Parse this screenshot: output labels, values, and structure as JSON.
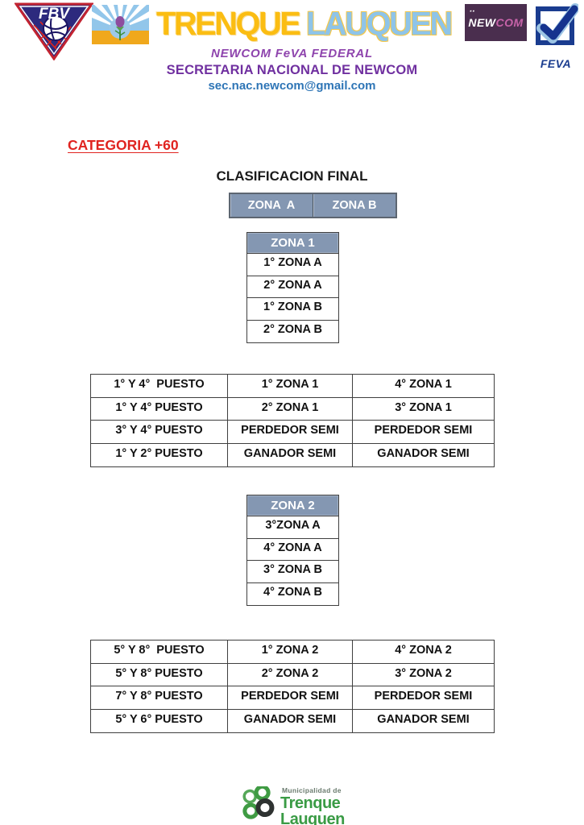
{
  "header": {
    "fbv_logo": {
      "text": "FBV"
    },
    "title": {
      "part1": "TRENQUE ",
      "part2": "LAUQUEN"
    },
    "newcom_logo": {
      "umlaut": "¨",
      "new_part": "NEW",
      "com_part": "COM"
    },
    "feva_logo": {
      "label": "FEVA"
    },
    "subtitle_script": "NEWCOM FeVA FEDERAL",
    "subtitle_secretary": "SECRETARIA NACIONAL DE NEWCOM",
    "email": "sec.nac.newcom@gmail.com"
  },
  "document": {
    "category_title": "CATEGORIA +60",
    "main_title": "CLASIFICACION FINAL",
    "zone_header_table": {
      "cells": [
        "ZONA  A",
        "ZONA B"
      ]
    },
    "zona1_table": {
      "header": "ZONA 1",
      "rows": [
        "1° ZONA A",
        "2° ZONA A",
        "1° ZONA B",
        "2° ZONA B"
      ]
    },
    "bracket1_table": {
      "rows": [
        [
          "1° Y 4°  PUESTO",
          "1° ZONA 1",
          "4° ZONA 1"
        ],
        [
          "1° Y 4° PUESTO",
          "2° ZONA 1",
          "3° ZONA 1"
        ],
        [
          "3° Y 4° PUESTO",
          "PERDEDOR SEMI",
          "PERDEDOR SEMI"
        ],
        [
          "1° Y 2° PUESTO",
          "GANADOR SEMI",
          "GANADOR SEMI"
        ]
      ]
    },
    "zona2_table": {
      "header": "ZONA 2",
      "rows": [
        "3°ZONA A",
        "4° ZONA A",
        "3° ZONA B",
        "4° ZONA B"
      ]
    },
    "bracket2_table": {
      "rows": [
        [
          "5° Y 8°  PUESTO",
          "1° ZONA 2",
          "4° ZONA 2"
        ],
        [
          "5° Y 8° PUESTO",
          "2° ZONA 2",
          "3° ZONA 2"
        ],
        [
          "7° Y 8° PUESTO",
          "PERDEDOR SEMI",
          "PERDEDOR SEMI"
        ],
        [
          "5° Y 6° PUESTO",
          "GANADOR SEMI",
          "GANADOR SEMI"
        ]
      ]
    }
  },
  "footer": {
    "logo": {
      "small_text": "Municipalidad de",
      "line1": "Trenque",
      "line2": "Lauquen"
    }
  },
  "colors": {
    "table_header_bg": "#8497B2",
    "category_red": "#E02420",
    "purple": "#7030A0",
    "email_blue": "#2E75B6",
    "title_yellow": "#FBBD12",
    "title_lightblue": "#8EC4E9",
    "muni_green": "#3A9B45"
  }
}
